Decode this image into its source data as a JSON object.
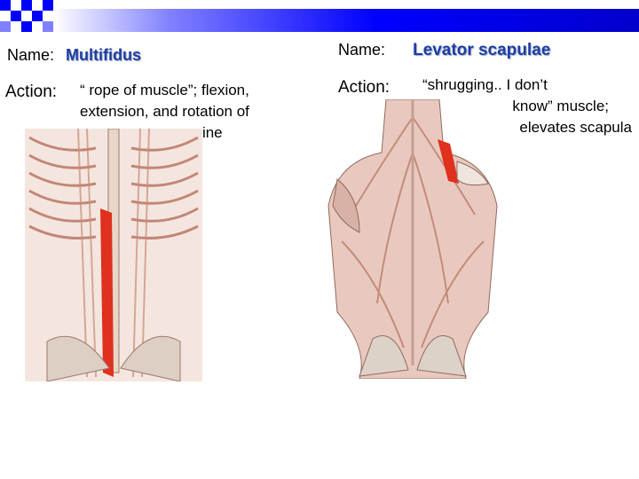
{
  "slide": {
    "left": {
      "name_label": "Name:",
      "name_value": "Multifidus",
      "action_label": "Action:",
      "action_lines": [
        "“ rope of muscle”; flexion,",
        "extension, and rotation of",
        "spine"
      ]
    },
    "right": {
      "name_label": "Name:",
      "name_value": "Levator scapulae",
      "action_label": "Action:",
      "action_lines": [
        "“shrugging.. I don’t",
        "know” muscle;",
        "elevates scapula"
      ]
    }
  },
  "colors": {
    "header_blue": "#0000ff",
    "muscle_name": "#1f3ea0",
    "highlight_muscle": "#e0301e"
  }
}
